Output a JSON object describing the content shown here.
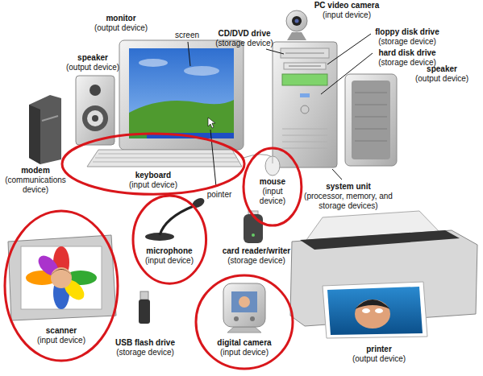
{
  "diagram": {
    "nodes": [
      {
        "text": [
          "keyboard",
          "(input device)"
        ]
      },
      {
        "text": [
          "mouse",
          "(input device)"
        ]
      },
      {
        "text": [
          "scanner",
          "(input device)"
        ]
      },
      {
        "text": [
          "microphone",
          "(input device)"
        ]
      },
      {
        "text": [
          "digital camera",
          "(input device)"
        ]
      }
    ],
    "labels": [
      "PC video camera",
      "(input device)",
      "monitor",
      "(output device)",
      "screen",
      "CD/DVD drive",
      "(storage device)",
      "floppy disk drive",
      "(storage device)",
      "hard disk drive",
      "(storage device)",
      "speaker",
      "(output device)",
      "speaker",
      "(output device)",
      "modem",
      "(communications device)",
      "pointer",
      "system unit",
      "(processor, memory, and storage devices)",
      "card reader/writer",
      "(storage device)",
      "USB flash drive",
      "(storage device)",
      "printer",
      "(output device)"
    ]
  }
}
